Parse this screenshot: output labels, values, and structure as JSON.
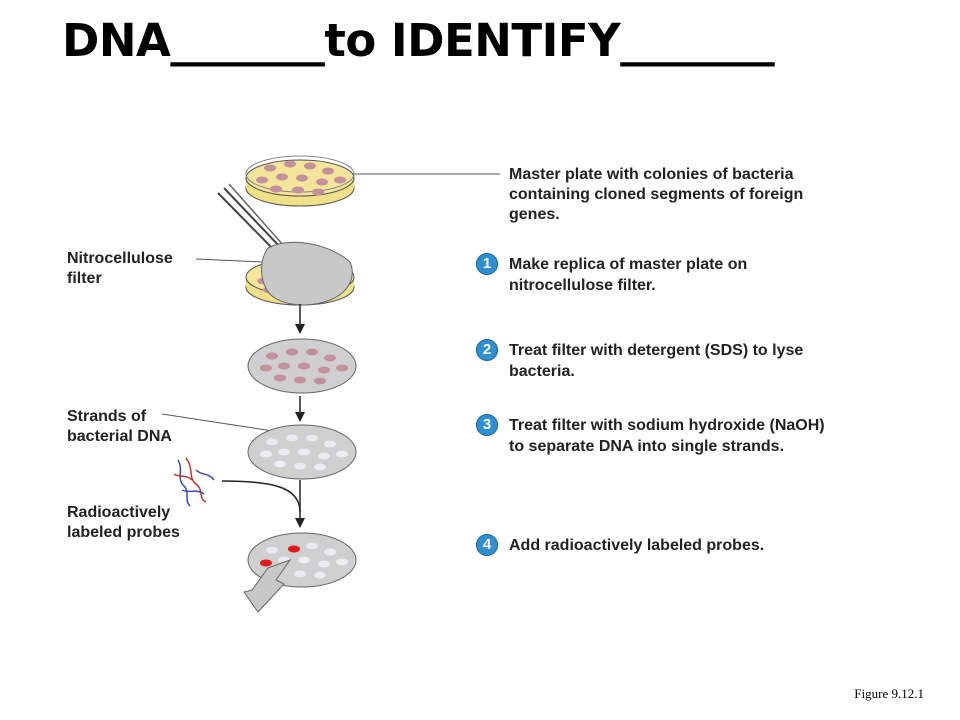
{
  "title": "DNA_______to IDENTIFY_______",
  "labels": {
    "master_plate": "Master plate with colonies of bacteria\ncontaining cloned segments of foreign\ngenes.",
    "nitrocellulose": "Nitrocellulose\nfilter",
    "strands": "Strands of\nbacterial DNA",
    "probes": "Radioactively\nlabeled probes"
  },
  "steps": [
    {
      "number": "1",
      "text": "Make replica of master plate on\nnitrocellulose filter."
    },
    {
      "number": "2",
      "text": "Treat filter with detergent (SDS) to lyse\nbacteria."
    },
    {
      "number": "3",
      "text": "Treat filter with sodium hydroxide (NaOH)\nto separate DNA into single strands."
    },
    {
      "number": "4",
      "text": "Add radioactively labeled probes."
    }
  ],
  "caption": "Figure 9.12.1",
  "colors": {
    "agar": "#f3e59a",
    "colony": "#c4909c",
    "filter": "#cfcfcf",
    "dna_spot": "#eceaf3",
    "probe_hit": "#e11b1b",
    "step_badge": "#2f8fd1"
  }
}
